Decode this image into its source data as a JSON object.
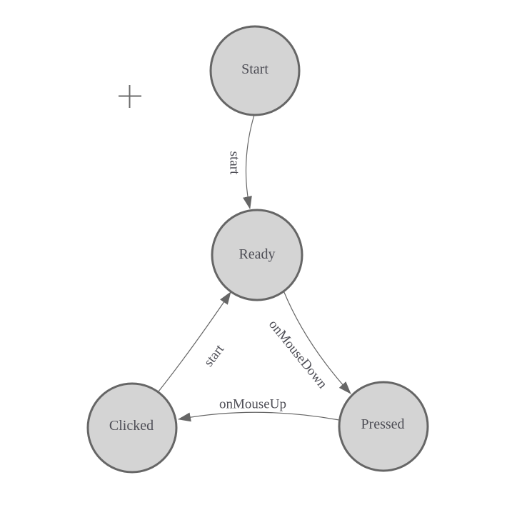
{
  "diagram": {
    "type": "state-diagram",
    "nodes": [
      {
        "id": "start",
        "label": "Start"
      },
      {
        "id": "ready",
        "label": "Ready"
      },
      {
        "id": "clicked",
        "label": "Clicked"
      },
      {
        "id": "pressed",
        "label": "Pressed"
      }
    ],
    "edges": [
      {
        "from": "Start",
        "to": "Ready",
        "label": "start"
      },
      {
        "from": "Ready",
        "to": "Pressed",
        "label": "onMouseDown"
      },
      {
        "from": "Clicked",
        "to": "Ready",
        "label": "start"
      },
      {
        "from": "Pressed",
        "to": "Clicked",
        "label": "onMouseUp"
      }
    ],
    "icons": [
      {
        "name": "plus-icon"
      }
    ],
    "colors": {
      "node_fill": "#d4d4d4",
      "node_stroke": "#666666",
      "edge_stroke": "#666666",
      "arrow_fill": "#666666",
      "label_text": "#4e4e56",
      "canvas_background": "#ffffff"
    }
  }
}
